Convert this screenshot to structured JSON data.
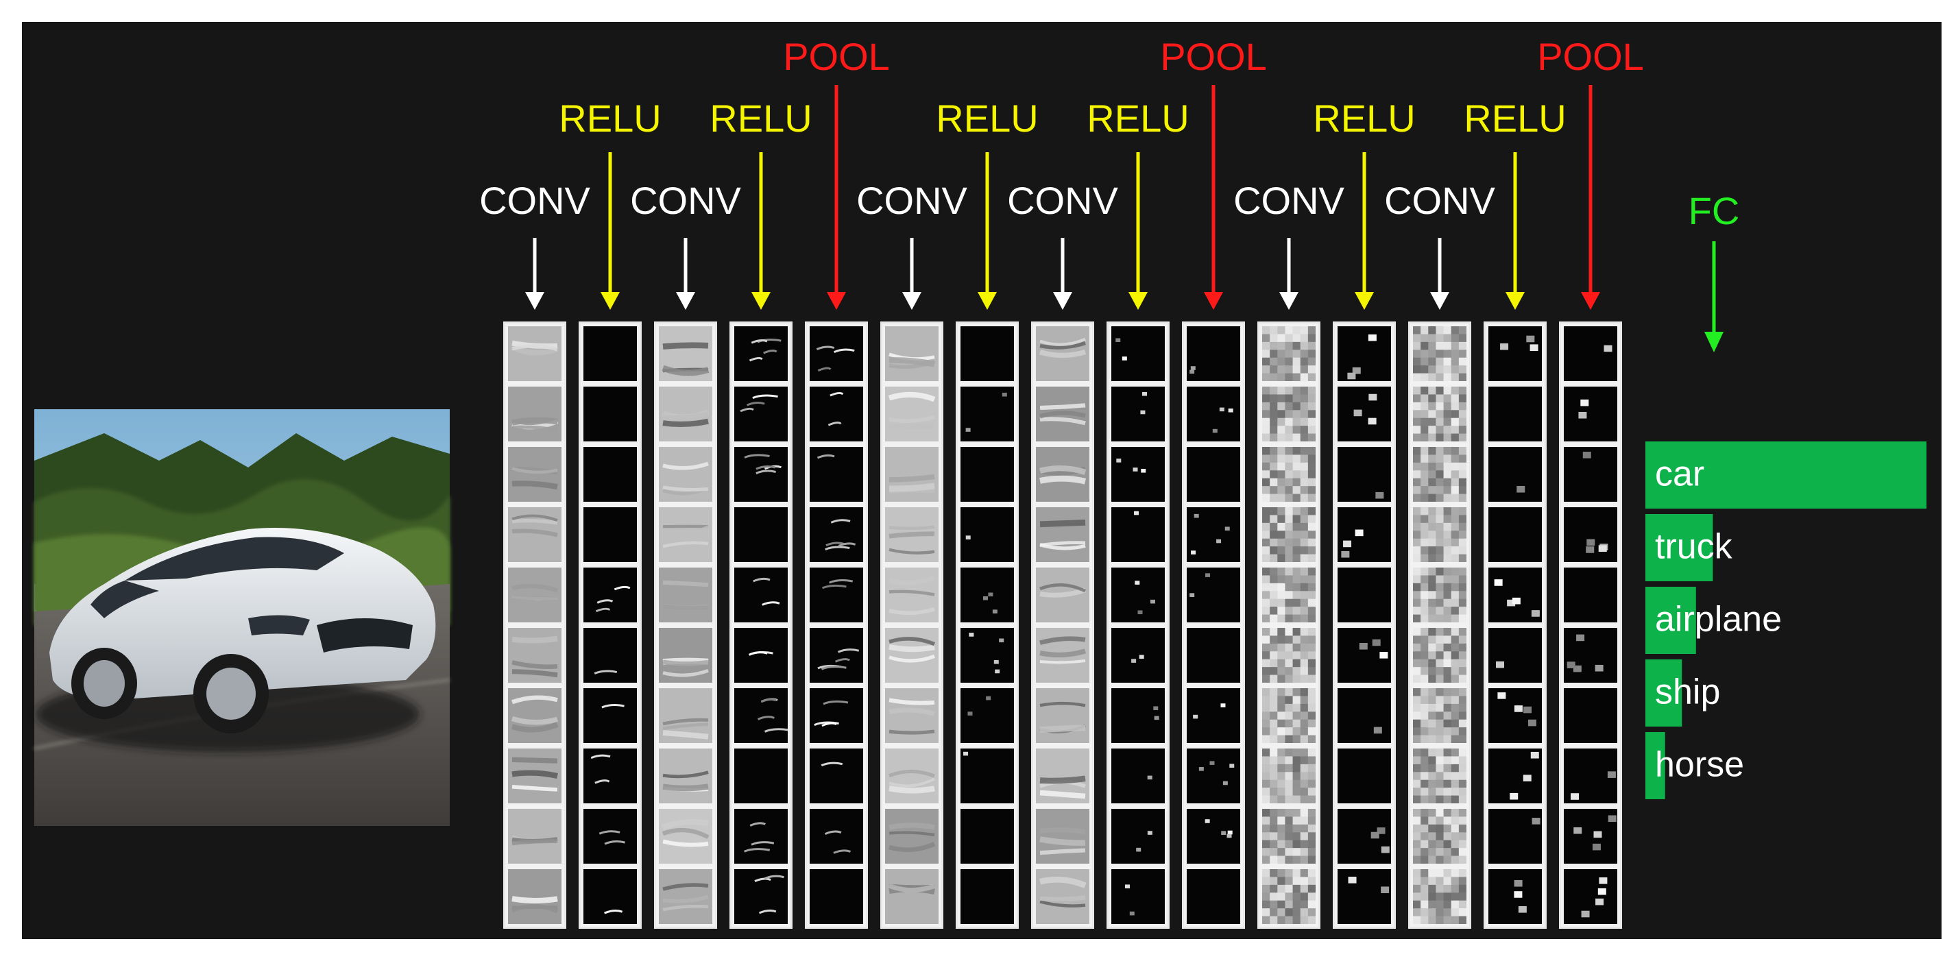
{
  "colors": {
    "background": "#161616",
    "conv": "#ffffff",
    "relu": "#f5f500",
    "pool": "#ff1a1a",
    "fc": "#22ee22",
    "bar": "#0db34a"
  },
  "input_image": {
    "description_icon": "car-photo",
    "subject": "white sedan on road"
  },
  "layers": [
    {
      "label": "CONV",
      "type": "conv"
    },
    {
      "label": "RELU",
      "type": "relu"
    },
    {
      "label": "CONV",
      "type": "conv"
    },
    {
      "label": "RELU",
      "type": "relu"
    },
    {
      "label": "POOL",
      "type": "pool"
    },
    {
      "label": "CONV",
      "type": "conv"
    },
    {
      "label": "RELU",
      "type": "relu"
    },
    {
      "label": "CONV",
      "type": "conv"
    },
    {
      "label": "RELU",
      "type": "relu"
    },
    {
      "label": "POOL",
      "type": "pool"
    },
    {
      "label": "CONV",
      "type": "conv"
    },
    {
      "label": "RELU",
      "type": "relu"
    },
    {
      "label": "CONV",
      "type": "conv"
    },
    {
      "label": "RELU",
      "type": "relu"
    },
    {
      "label": "POOL",
      "type": "pool"
    }
  ],
  "feature_maps_per_layer": 10,
  "fc": {
    "label": "FC"
  },
  "classes": [
    {
      "label": "car",
      "score": 1.0
    },
    {
      "label": "truck",
      "score": 0.24
    },
    {
      "label": "airplane",
      "score": 0.18
    },
    {
      "label": "ship",
      "score": 0.13
    },
    {
      "label": "horse",
      "score": 0.07
    }
  ]
}
